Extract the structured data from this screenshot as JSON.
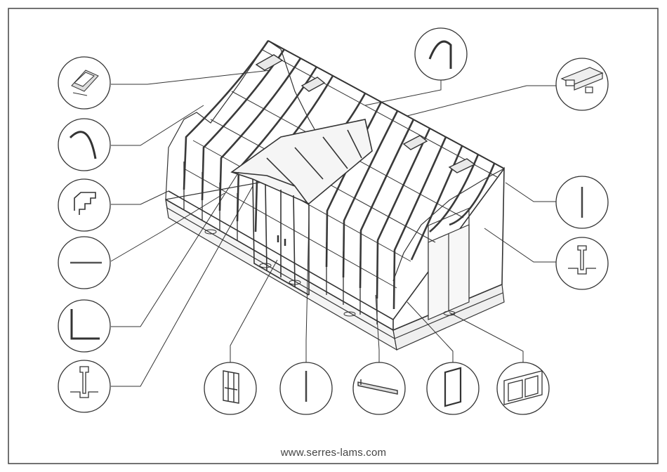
{
  "footer": {
    "website": "www.serres-lams.com"
  },
  "callouts": [
    {
      "name": "roof-vent-part",
      "icon": "roof-vent-icon"
    },
    {
      "name": "curved-rafter-part",
      "icon": "curved-rafter-icon"
    },
    {
      "name": "gutter-corner-profile-part",
      "icon": "corner-profile-icon"
    },
    {
      "name": "glazing-bar-part",
      "icon": "flat-bar-icon"
    },
    {
      "name": "angle-profile-part",
      "icon": "angle-profile-icon"
    },
    {
      "name": "glazing-clip-profile-part",
      "icon": "clip-profile-icon"
    },
    {
      "name": "door-panel-part",
      "icon": "door-panel-icon"
    },
    {
      "name": "upright-post-part",
      "icon": "post-icon"
    },
    {
      "name": "sill-rail-part",
      "icon": "rail-icon"
    },
    {
      "name": "door-frame-part",
      "icon": "door-frame-icon"
    },
    {
      "name": "base-panel-part",
      "icon": "base-panel-icon"
    },
    {
      "name": "vertical-post-part",
      "icon": "vertical-post-icon"
    },
    {
      "name": "t-profile-part",
      "icon": "t-profile-icon"
    },
    {
      "name": "ridge-bracket-part",
      "icon": "ridge-bracket-icon"
    },
    {
      "name": "arch-rafter-part",
      "icon": "arch-rafter-icon"
    }
  ]
}
